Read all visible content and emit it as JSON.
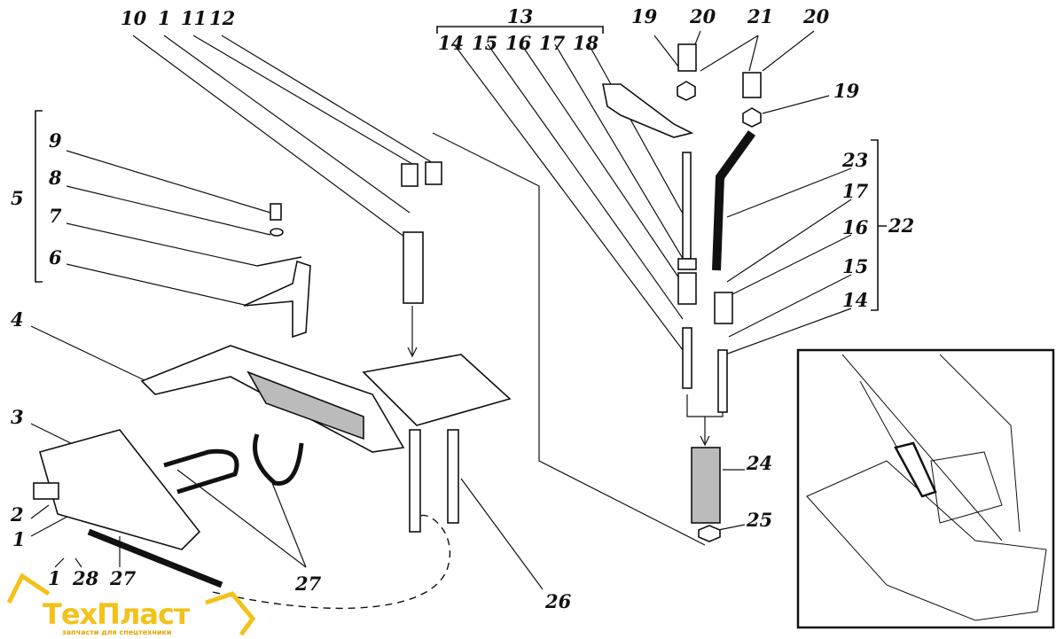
{
  "diagram": {
    "labels": {
      "l10": "10",
      "l1a": "1",
      "l11": "11",
      "l12": "12",
      "l13": "13",
      "l14a": "14",
      "l15a": "15",
      "l16a": "16",
      "l17a": "17",
      "l18": "18",
      "l19a": "19",
      "l20a": "20",
      "l21": "21",
      "l20b": "20",
      "l19b": "19",
      "l9": "9",
      "l8": "8",
      "l7": "7",
      "l6": "6",
      "l5": "5",
      "l4": "4",
      "l3": "3",
      "l2": "2",
      "l1b": "1",
      "l23": "23",
      "l17b": "17",
      "l16b": "16",
      "l15b": "15",
      "l14b": "14",
      "l22": "22",
      "l24": "24",
      "l25": "25",
      "l26": "26",
      "l27a": "27",
      "l1c": "1",
      "l28": "28",
      "l27b": "27"
    }
  },
  "logo": {
    "name": "ТехПласт",
    "tagline": "запчасти для спецтехники",
    "color": "#f3c21a"
  }
}
